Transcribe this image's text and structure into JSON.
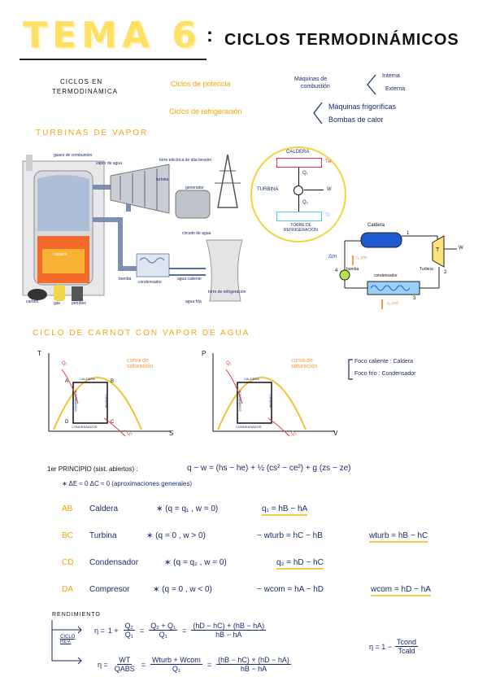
{
  "title": {
    "topic": "TEMA 6",
    "colon": ":",
    "subtitle": "CICLOS TERMODINÁMICOS"
  },
  "intro": {
    "left_label_1": "CICLOS EN",
    "left_label_2": "TERMODINÁMICA",
    "power_cycles": "Ciclos de potencia",
    "combustion_machines_1": "Máquinas de",
    "combustion_machines_2": "combustión",
    "internal": "Interna",
    "external": "Externa",
    "refrig_cycles": "Ciclos de refrigeración",
    "refrig_machines": "Máquinas frigoríficas",
    "heat_pumps": "Bombas de calor"
  },
  "turbines": {
    "heading": "TURBINAS DE VAPOR",
    "plant_labels": {
      "gases": "gases de combustión",
      "vapor": "vapor de agua",
      "torre": "torre eléctrica de alta tensión",
      "turbina": "turbina",
      "generador": "generador",
      "caldera": "caldera",
      "circuito": "circuito de agua",
      "agua_caliente": "agua caliente",
      "bomba": "bomba",
      "condensador": "condensador",
      "torre_refri": "torre de refrigeración",
      "agua_fria": "agua fría",
      "carbon": "carbón",
      "gas": "gas",
      "petroleo": "petróleo"
    },
    "circle": {
      "caldera": "CALDERA",
      "th": "Tн",
      "q1": "Q₁",
      "turbina": "TURBINA",
      "w": "W",
      "q2": "Q₂",
      "torre": "TORRE DE REFRIGERACIÓN",
      "tc": "Tc"
    },
    "schematic": {
      "caldera": "Caldera",
      "turbina": "Turbina",
      "t": "T",
      "w": "W",
      "bomba": "bomba",
      "condensador": "condensador",
      "delta_m": "Δm",
      "q_abs": "q_abs",
      "q_ced": "q_ced",
      "n1": "1",
      "n2": "2",
      "n3": "3",
      "n4": "4"
    }
  },
  "carnot": {
    "heading": "CICLO DE CARNOT CON VAPOR DE AGUA",
    "ts": {
      "y_axis": "T",
      "x_axis": "S",
      "curve": "curva de saturación",
      "q1": "Q₁",
      "q2": "Q₂",
      "a": "A",
      "b": "B",
      "c": "C",
      "d": "D",
      "caldera": "CALDERA",
      "turbina": "TURBINA",
      "compresor": "COMPRESOR",
      "condensador": "CONDENSADOR"
    },
    "pv": {
      "y_axis": "P",
      "x_axis": "V",
      "curve": "curva de saturación",
      "q1": "Q₁",
      "q2": "Q₂",
      "caldera": "CALDERA",
      "turbina": "TURBINA",
      "compresor": "COMPRESOR",
      "condensador": "CONDENSADOR"
    },
    "foco_caliente": "Foco caliente : Caldera",
    "foco_frio": "Foco frío : Condensador"
  },
  "principle": {
    "label": "1er PRINCIPIO (sist. abiertos) :",
    "equation": "q − w = (hs − he) + ½ (cs² − ce²) + g (zs − ze)",
    "approx": "∗ ΔE ≈ 0  ΔC ≈ 0   (aproximaciones generales)"
  },
  "steps": [
    {
      "code": "AB",
      "name": "Caldera",
      "cond": "∗ (q = q₁ , w = 0)",
      "result": "q₁ = hB − hA",
      "extra": ""
    },
    {
      "code": "BC",
      "name": "Turbina",
      "cond": "∗ (q = 0 , w > 0)",
      "result": "− wturb = hC − hB",
      "extra": "wturb = hB − hC"
    },
    {
      "code": "CD",
      "name": "Condensador",
      "cond": "∗ (q = q₂ , w = 0)",
      "result": "q₂ = hD − hC",
      "extra": ""
    },
    {
      "code": "DA",
      "name": "Compresor",
      "cond": "∗ (q = 0 , w < 0)",
      "result": "− wcom = hA − hD",
      "extra": "wcom = hD − hA"
    }
  ],
  "efficiency": {
    "label": "RENDIMIENTO",
    "ciclo_rev": "CICLO REV.",
    "eta": "η =",
    "one_plus": "1 +",
    "q2": "Q₂",
    "q1": "Q₁",
    "sum_num": "Q₂ + Q₁",
    "h_num": "(hD − hC) + (hB − hA)",
    "h_den": "hB − hA",
    "wt": "WT",
    "qabs": "QABS",
    "w_num": "Wturb + Wcom",
    "h2_num": "(hB − hC) + (hD − hA)",
    "carnot": "η = 1 − ",
    "tcond": "Tcond",
    "tcald": "Tcald"
  }
}
